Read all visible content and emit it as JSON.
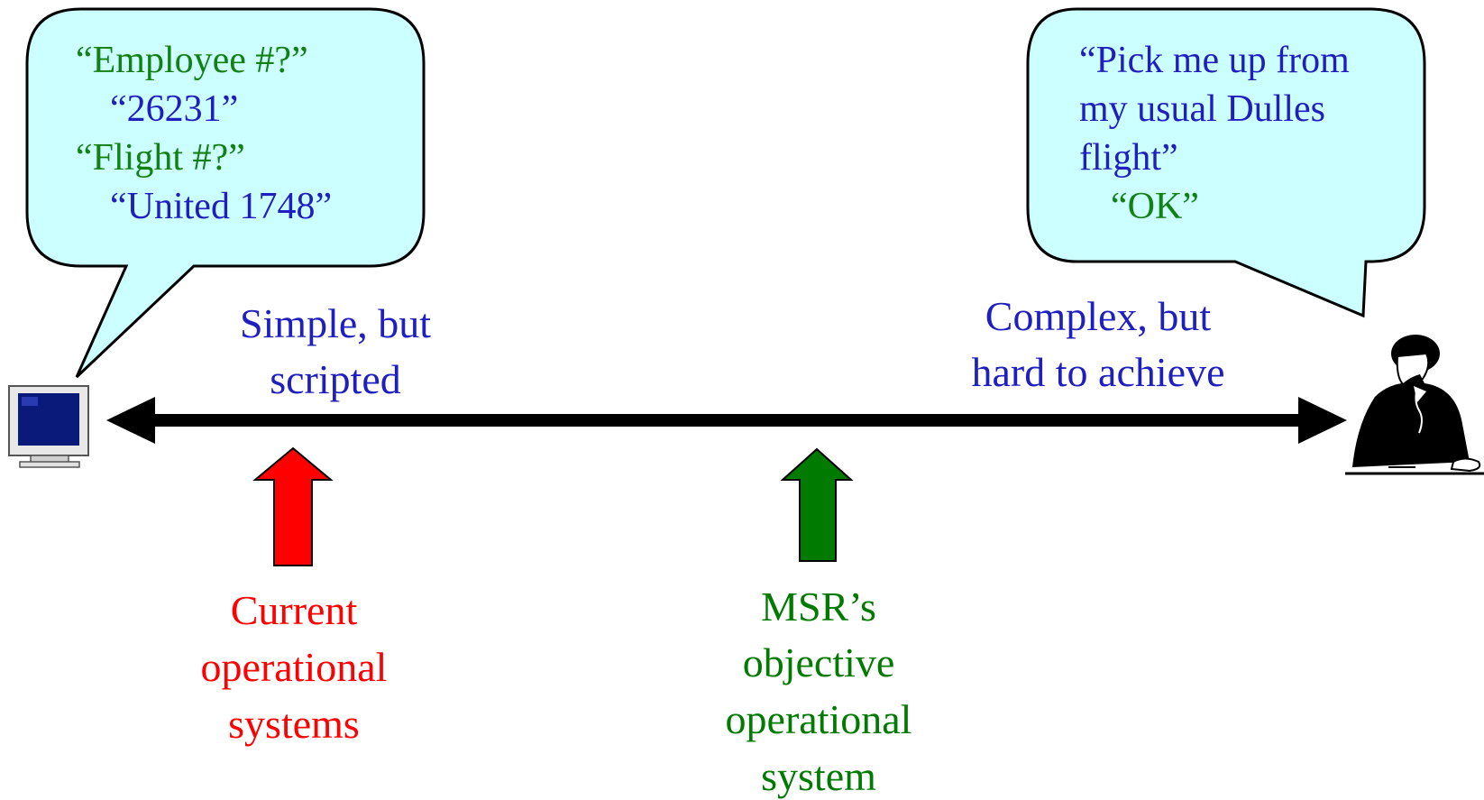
{
  "colors": {
    "bubble_fill": "#ccffff",
    "question_green": "#138013",
    "answer_blue": "#1f1fbf",
    "label_blue": "#1f1fbf",
    "current_red": "#ff0000",
    "objective_green": "#007a00",
    "axis": "#000000"
  },
  "left_bubble": {
    "lines": [
      {
        "text": "“Employee #?”",
        "role": "question"
      },
      {
        "text": "“26231”",
        "role": "answer"
      },
      {
        "text": "“Flight #?”",
        "role": "question"
      },
      {
        "text": "“United 1748”",
        "role": "answer"
      }
    ]
  },
  "right_bubble": {
    "lines": [
      {
        "text": "“Pick me up from",
        "role": "request"
      },
      {
        "text": "my usual Dulles",
        "role": "request"
      },
      {
        "text": "flight”",
        "role": "request"
      },
      {
        "text": "“OK”",
        "role": "reply"
      }
    ]
  },
  "spectrum": {
    "left_label": [
      "Simple, but",
      "scripted"
    ],
    "right_label": [
      "Complex, but",
      "hard to achieve"
    ],
    "left_end_icon": "computer-monitor-icon",
    "right_end_icon": "person-on-phone-icon"
  },
  "markers": {
    "current": {
      "lines": [
        "Current",
        "operational",
        "systems"
      ]
    },
    "objective": {
      "lines": [
        "MSR’s",
        "objective",
        "operational",
        "system"
      ]
    }
  }
}
